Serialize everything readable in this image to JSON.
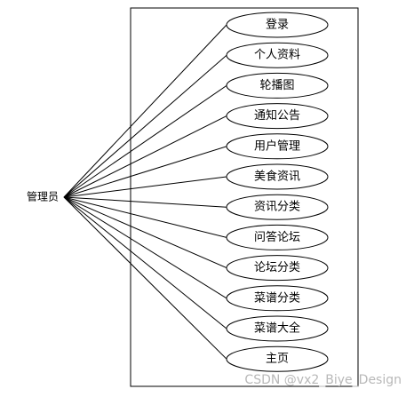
{
  "diagram": {
    "actor": {
      "label": "管理员"
    },
    "use_cases": [
      {
        "id": "login",
        "label": "登录"
      },
      {
        "id": "profile",
        "label": "个人资料"
      },
      {
        "id": "carousel",
        "label": "轮播图"
      },
      {
        "id": "notice",
        "label": "通知公告"
      },
      {
        "id": "user-mgmt",
        "label": "用户管理"
      },
      {
        "id": "food-news",
        "label": "美食资讯"
      },
      {
        "id": "news-category",
        "label": "资讯分类"
      },
      {
        "id": "qa-forum",
        "label": "问答论坛"
      },
      {
        "id": "forum-category",
        "label": "论坛分类"
      },
      {
        "id": "recipe-category",
        "label": "菜谱分类"
      },
      {
        "id": "recipe-all",
        "label": "菜谱大全"
      },
      {
        "id": "home",
        "label": "主页"
      }
    ]
  },
  "watermark": {
    "text": "CSDN @vx2_Biye_Design"
  }
}
